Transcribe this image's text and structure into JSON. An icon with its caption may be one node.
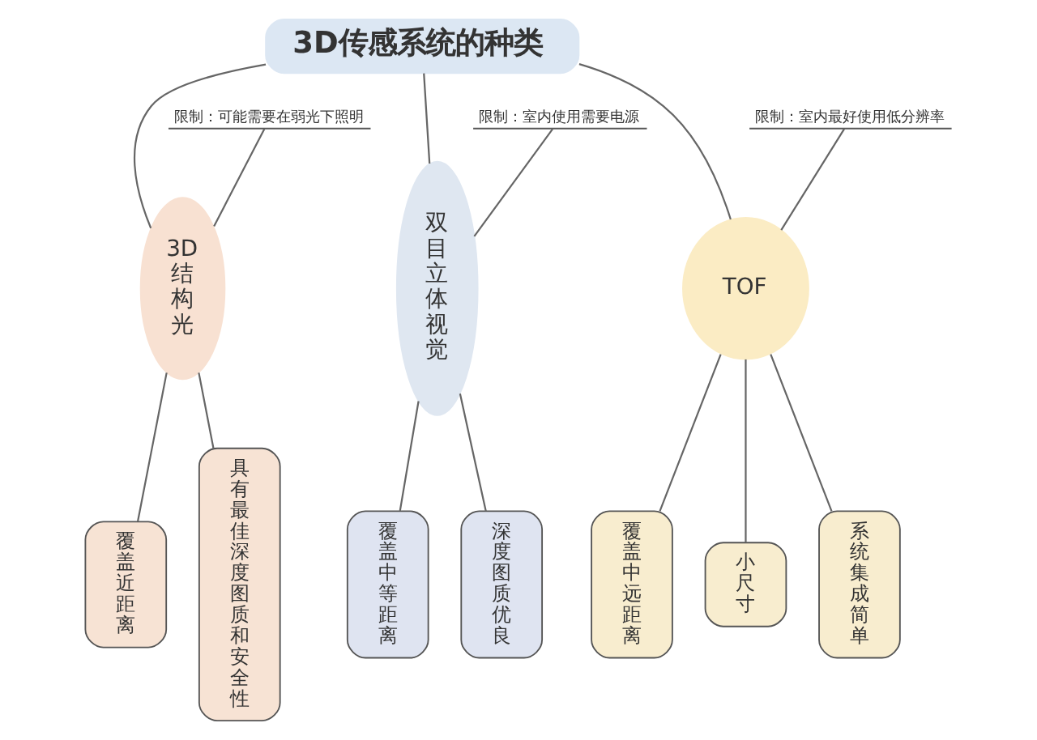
{
  "diagram": {
    "nodes": [
      {
        "text": [
          "3D传感系统的种类"
        ]
      },
      {
        "text": [
          "3D结构光"
        ]
      },
      {
        "text": [
          "限制：可能需要在弱光下照明"
        ]
      },
      {
        "text": [
          "双目立体视觉"
        ]
      },
      {
        "text": [
          "限制：室内使用需要电源"
        ]
      },
      {
        "text": [
          "TOF"
        ]
      },
      {
        "text": [
          "限制：室内最好使用低分辨率"
        ]
      },
      {
        "text": [
          "覆盖近距离"
        ]
      },
      {
        "text": [
          "具有最佳深度图质和安全性"
        ]
      },
      {
        "text": [
          "覆盖中等距离"
        ]
      },
      {
        "text": [
          "深度图质优良"
        ]
      },
      {
        "text": [
          "覆盖中远距离"
        ]
      },
      {
        "text": [
          "小尺寸"
        ]
      },
      {
        "text": [
          "系统集成简单"
        ]
      }
    ],
    "edges": [
      {
        "from": 0,
        "to": 1,
        "arrow": "none"
      },
      {
        "from": 0,
        "to": 3,
        "arrow": "none"
      },
      {
        "from": 0,
        "to": 5,
        "arrow": "none"
      },
      {
        "from": 2,
        "to": 1,
        "arrow": "none"
      },
      {
        "from": 4,
        "to": 3,
        "arrow": "none"
      },
      {
        "from": 6,
        "to": 5,
        "arrow": "none"
      },
      {
        "from": 1,
        "to": 7,
        "arrow": "none"
      },
      {
        "from": 1,
        "to": 8,
        "arrow": "none"
      },
      {
        "from": 3,
        "to": 9,
        "arrow": "none"
      },
      {
        "from": 3,
        "to": 10,
        "arrow": "none"
      },
      {
        "from": 5,
        "to": 11,
        "arrow": "none"
      },
      {
        "from": 5,
        "to": 12,
        "arrow": "none"
      },
      {
        "from": 5,
        "to": 13,
        "arrow": "none"
      }
    ]
  }
}
